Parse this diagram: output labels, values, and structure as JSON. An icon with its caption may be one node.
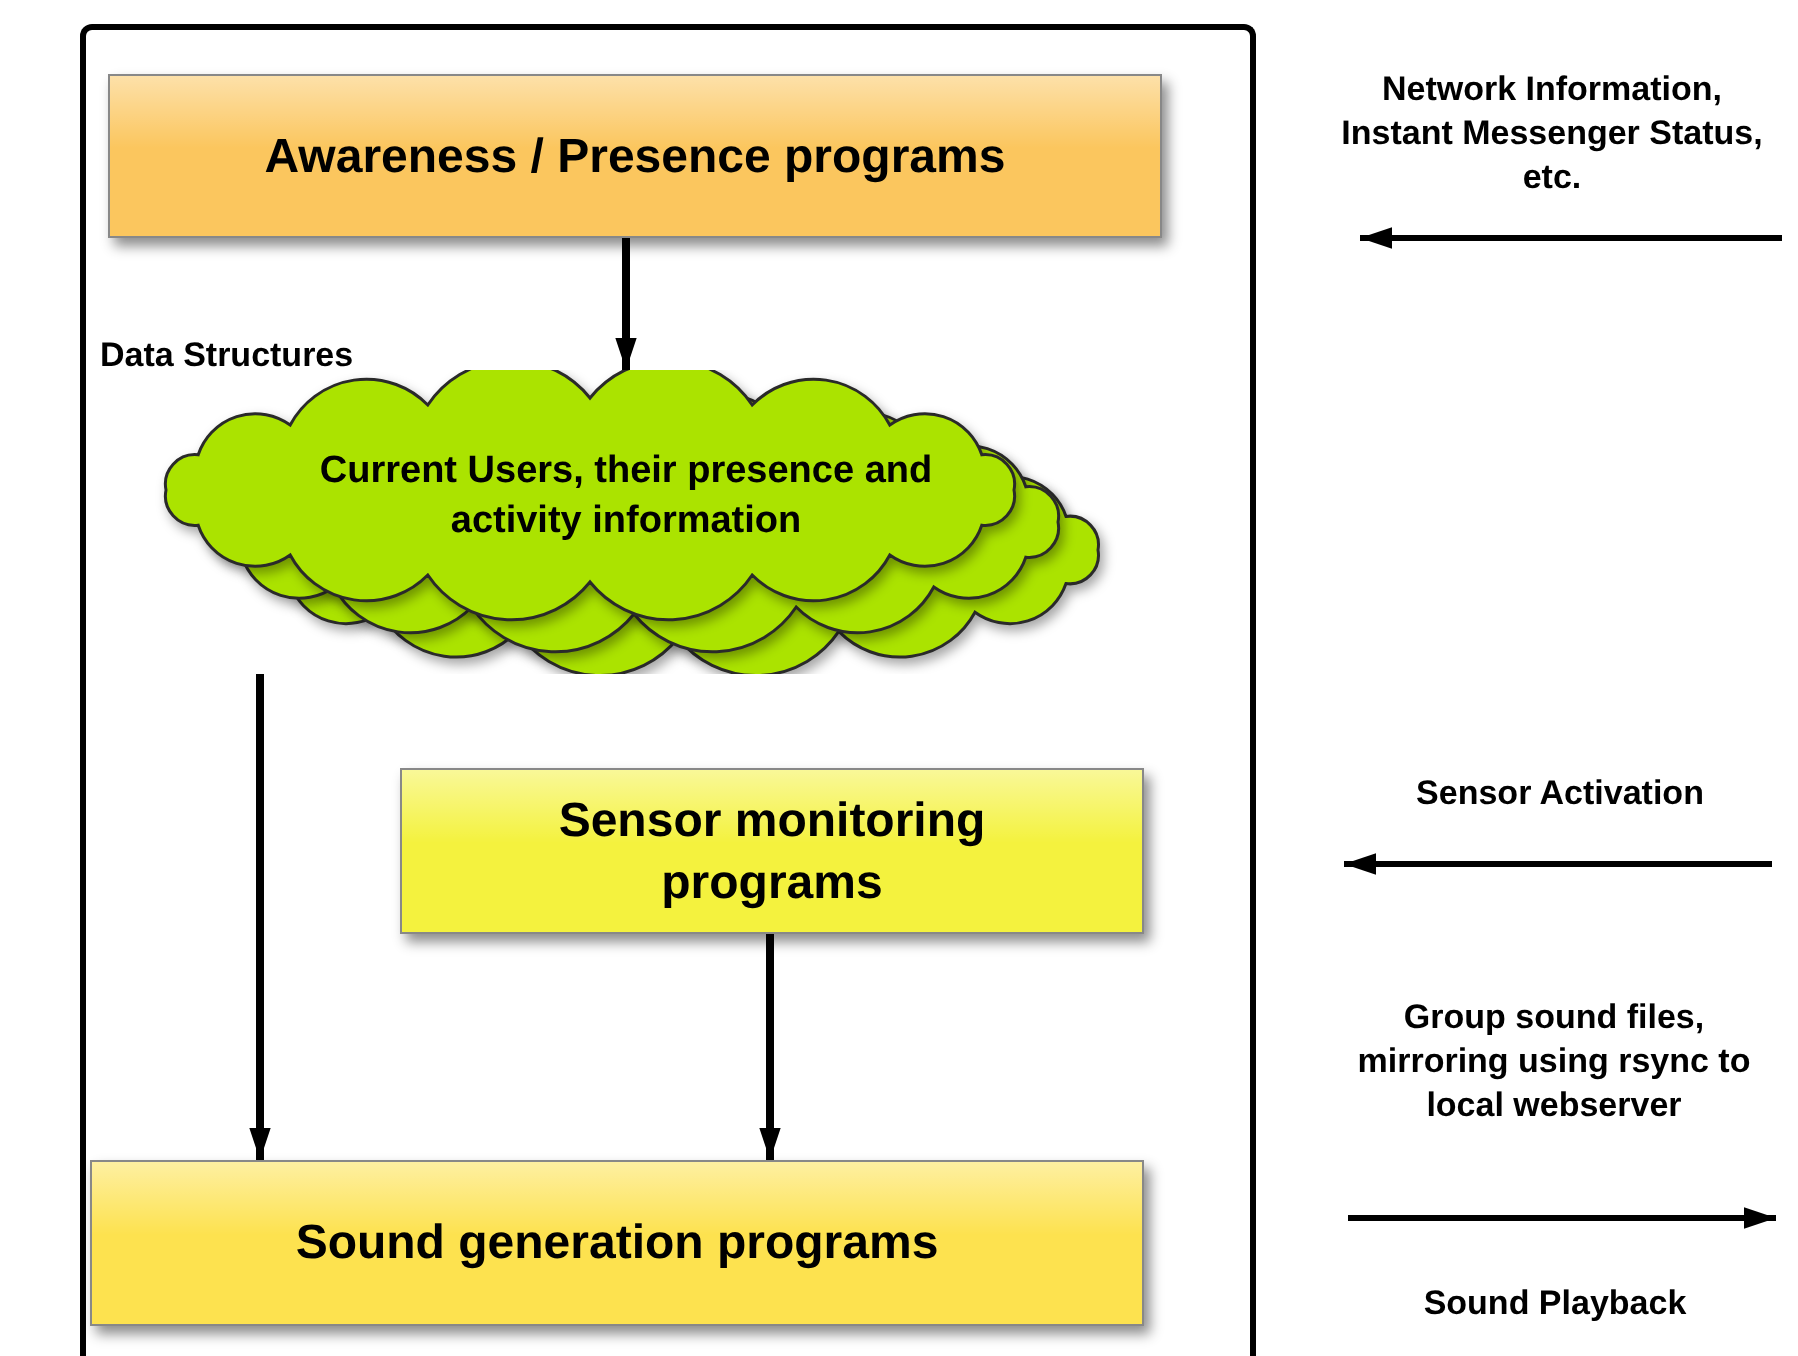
{
  "diagram": {
    "nodes": [
      {
        "text": [],
        "shape": "box"
      },
      {
        "text": [
          "Awareness / Presence programs"
        ],
        "in": 0
      },
      {
        "text": [
          "Current Users, their presence and activity information"
        ],
        "beside": [
          "Data Structures"
        ],
        "in": 0
      },
      {
        "text": [
          "Sensor monitoring programs"
        ],
        "in": 0
      },
      {
        "text": [
          "Sound generation programs"
        ],
        "in": 0
      }
    ],
    "edges": [
      {
        "from": 1,
        "to": 2,
        "arrow": "to"
      },
      {
        "from": 2,
        "to": 4,
        "arrow": "to"
      },
      {
        "from": 3,
        "to": 4,
        "arrow": "to"
      }
    ],
    "labels": [
      "Network Information, Instant Messenger Status, etc.",
      "Sensor Activation",
      "Group sound files, mirroring using rsync to local webserver",
      "Sound Playback"
    ]
  }
}
